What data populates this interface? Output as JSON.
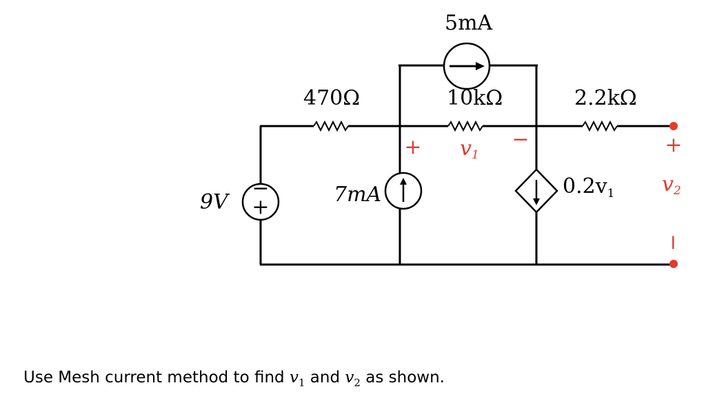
{
  "components": {
    "voltage_source": {
      "label": "9V",
      "plus": "+",
      "minus": "−"
    },
    "resistor_470": {
      "label": "470Ω"
    },
    "current_source_7ma": {
      "label": "7mA"
    },
    "current_source_5ma": {
      "label": "5mA"
    },
    "resistor_10k": {
      "label": "10kΩ"
    },
    "resistor_2k2": {
      "label": "2.2kΩ"
    },
    "dependent_source": {
      "label": "0.2v",
      "label_sub": "1"
    }
  },
  "annotations": {
    "v1": {
      "symbol": "v",
      "sub": "1",
      "plus": "+",
      "minus": "−"
    },
    "v2": {
      "symbol": "v",
      "sub": "2",
      "plus": "+",
      "minus": "−"
    }
  },
  "colors": {
    "annotation": "#e53a2a",
    "wire": "#000000"
  },
  "problem": {
    "prefix": "Use Mesh current method to find ",
    "v1_symbol": "v",
    "v1_sub": "1",
    "middle": " and ",
    "v2_symbol": "v",
    "v2_sub": "2",
    "suffix": " as shown."
  }
}
